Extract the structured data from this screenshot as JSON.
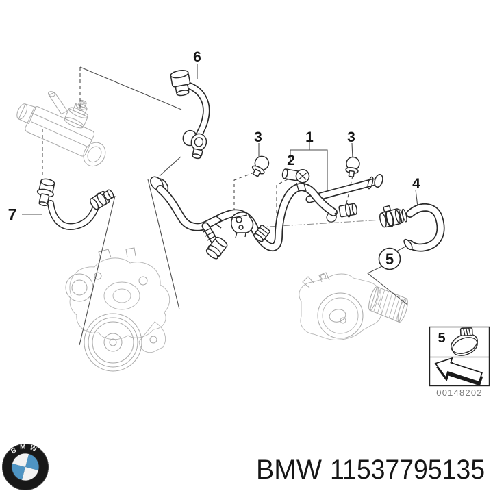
{
  "callouts": {
    "n1": "1",
    "n2": "2",
    "n3": "3",
    "n4": "4",
    "n5": "5",
    "n6": "6",
    "n7": "7"
  },
  "legend": {
    "number": "5",
    "code": "00148202"
  },
  "footer": {
    "brand": "BMW",
    "part_number": "11537795135",
    "logo_letters": "BMW"
  },
  "colors": {
    "bmw_blue": "#4e94c3",
    "line": "#2a2a2a",
    "ghost": "#a8a8a8",
    "code_gray": "#7a7a7a"
  }
}
